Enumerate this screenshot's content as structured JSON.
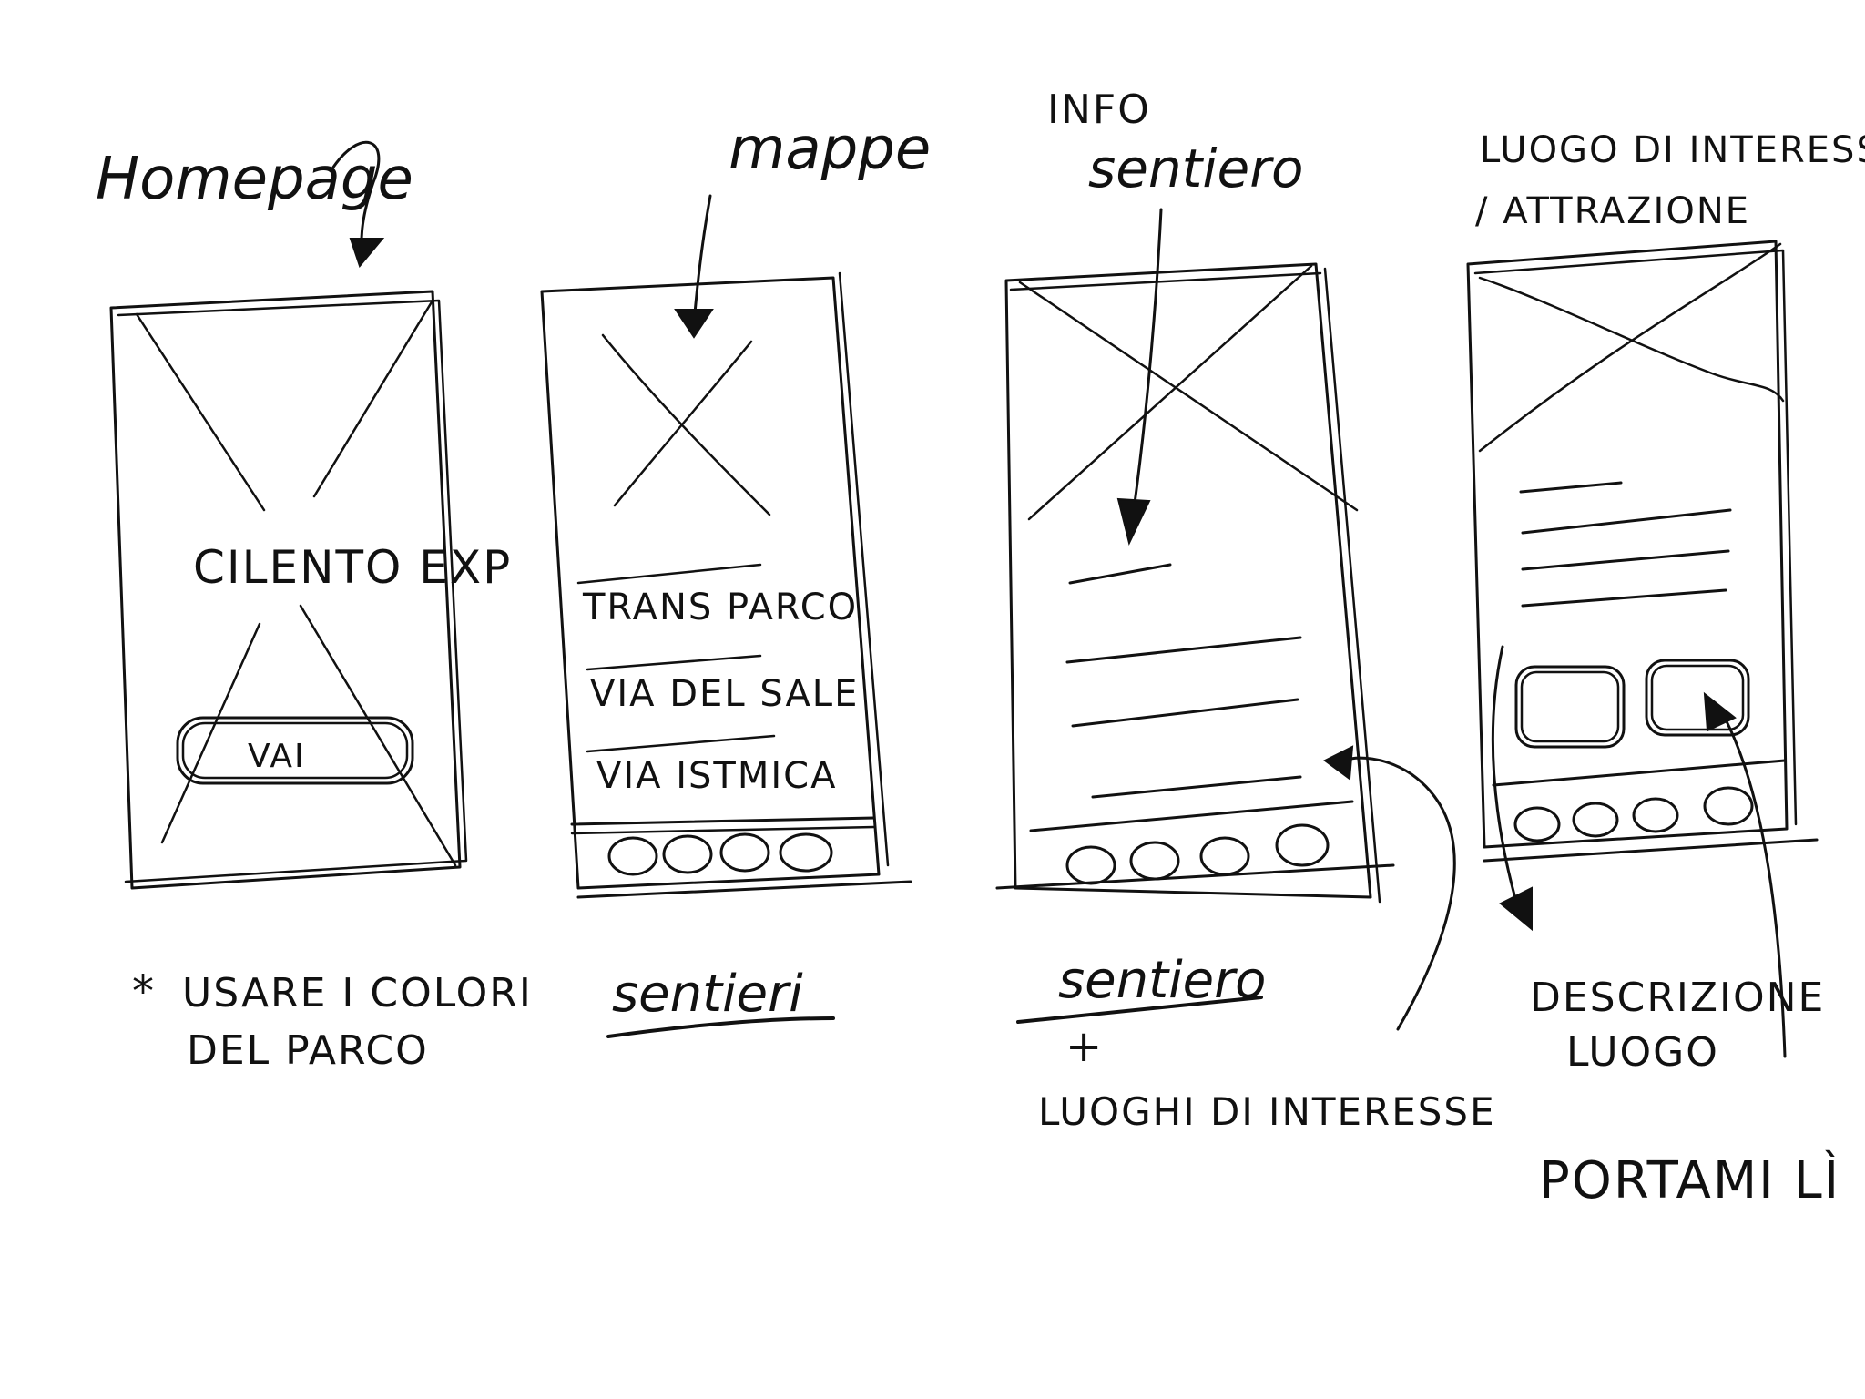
{
  "screens": [
    {
      "caption": "Homepage",
      "app_name": "CILENTO EXP",
      "button_label": "VAI",
      "note_line1": "USARE I COLORI",
      "note_line2": "DEL PARCO",
      "note_marker": "*"
    },
    {
      "caption": "mappe",
      "list_items": [
        "TRANS PARCO",
        "VIA DEL SALE",
        "VIA ISTMICA"
      ],
      "note": "sentieri"
    },
    {
      "caption_line1": "INFO",
      "caption_line2": "sentiero",
      "note_line1": "sentiero",
      "note_plus": "+",
      "note_line2": "LUOGHI DI INTERESSE"
    },
    {
      "caption_line1": "LUOGO DI INTERESSE",
      "caption_line2": "/ ATTRAZIONE",
      "note_line1": "DESCRIZIONE",
      "note_line2": "LUOGO",
      "note_line3": "PORTAMI LÌ"
    }
  ]
}
